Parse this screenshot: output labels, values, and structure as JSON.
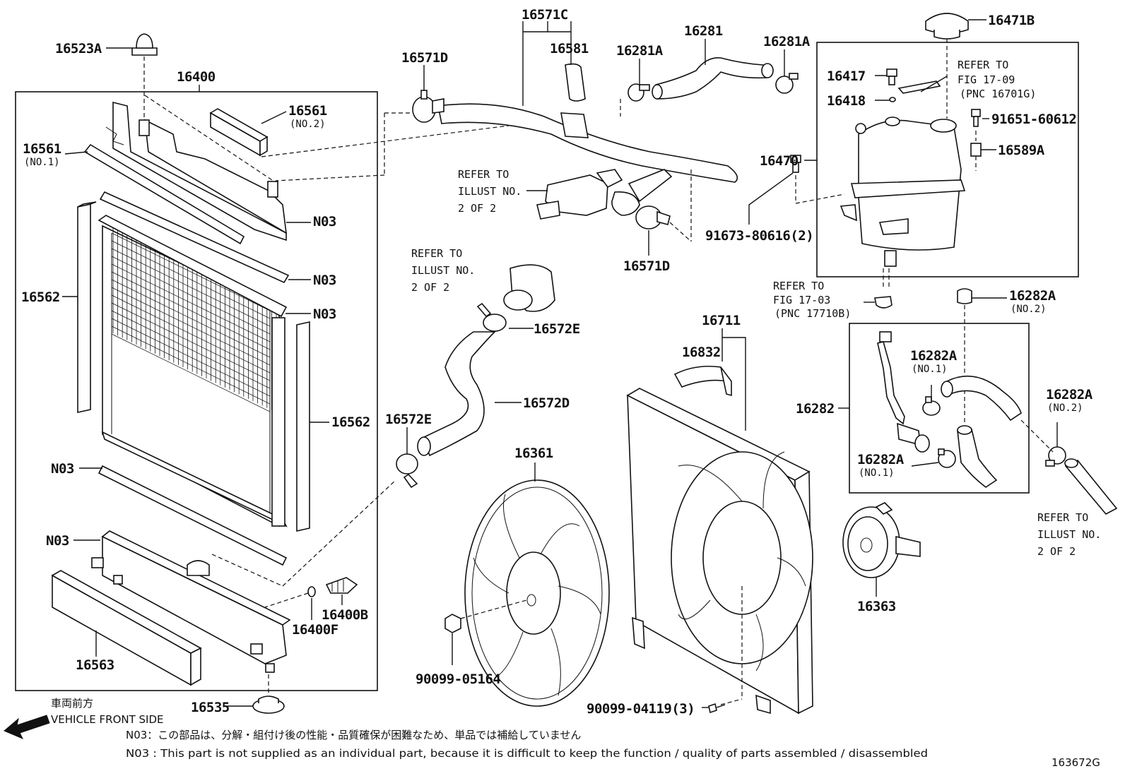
{
  "labels": {
    "p16523A": "16523A",
    "p16400": "16400",
    "p16561_no2": "16561",
    "p16561_no2_sub": "(NO.2)",
    "p16561_no1": "16561",
    "p16561_no1_sub": "(NO.1)",
    "n03_a": "N03",
    "n03_b": "N03",
    "n03_c": "N03",
    "n03_d": "N03",
    "n03_e": "N03",
    "p16562_left": "16562",
    "p16562_right": "16562",
    "p16563": "16563",
    "p16400B": "16400B",
    "p16400F": "16400F",
    "p16535": "16535",
    "p16571C": "16571C",
    "p16571D_top": "16571D",
    "p16581": "16581",
    "p16281A_left": "16281A",
    "p16281": "16281",
    "p16281A_right": "16281A",
    "p16571D_bottom": "16571D",
    "p16572E_top": "16572E",
    "p16572D": "16572D",
    "p16572E_bottom": "16572E",
    "p16361": "16361",
    "p90099_05164": "90099-05164",
    "p16711": "16711",
    "p16832": "16832",
    "p90099_04119": "90099-04119(3)",
    "p16471B": "16471B",
    "p16417": "16417",
    "p16418": "16418",
    "p91651": "91651-60612",
    "p16589A": "16589A",
    "p16470": "16470",
    "p91673": "91673-80616(2)",
    "p16282A_top": "16282A",
    "p16282A_top_sub": "(NO.2)",
    "p16282": "16282",
    "p16282A_no1a": "16282A",
    "p16282A_no1a_sub": "(NO.1)",
    "p16282A_no1b": "16282A",
    "p16282A_no1b_sub": "(NO.1)",
    "p16282A_right": "16282A",
    "p16282A_right_sub": "(NO.2)",
    "p16363": "16363"
  },
  "refs": {
    "thermo_1": "REFER TO",
    "thermo_2": "ILLUST NO.",
    "thermo_3": "2 OF 2",
    "inlet_1": "REFER TO",
    "inlet_2": "ILLUST NO.",
    "inlet_3": "2 OF 2",
    "fig1709_1": "REFER TO",
    "fig1709_2": "FIG 17-09",
    "fig1709_3": "(PNC 16701G)",
    "fig1703_1": "REFER TO",
    "fig1703_2": "FIG 17-03",
    "fig1703_3": "(PNC 17710B)",
    "hose_1": "REFER TO",
    "hose_2": "ILLUST NO.",
    "hose_3": "2 OF 2"
  },
  "footer": {
    "direction_jp": "車両前方",
    "direction_en": "VEHICLE FRONT SIDE",
    "note_jp": "N03：この部品は、分解・組付け後の性能・品質確保が困難なため、単品では補給していません",
    "note_en": "N03 : This part is not supplied as an individual part, because it is difficult to keep the function / quality of parts assembled / disassembled",
    "figure_id": "163672G"
  }
}
